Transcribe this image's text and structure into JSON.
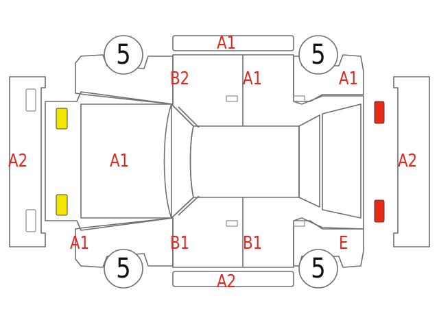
{
  "colors": {
    "line": "#6e6e6e",
    "label": "#e0281e",
    "front_lamp": "#f5e600",
    "rear_lamp": "#e82a14"
  },
  "labels": {
    "roof_top": "A1",
    "rear_door_top": "B2",
    "front_door_top": "A1",
    "front_fender_top": "A1",
    "rear_bumper": "A2",
    "trunk": "A1",
    "front_bumper": "A2",
    "rear_quarter_bottom": "A1",
    "rear_door_bottom": "B1",
    "front_door_bottom": "B1",
    "front_fender_bottom": "E",
    "rocker_bottom": "A2"
  },
  "wheels": {
    "rear_top": "5",
    "front_top": "5",
    "rear_bottom": "5",
    "front_bottom": "5"
  },
  "icons": {
    "front_lamps": "lamp-icon",
    "rear_lamps": "lamp-icon"
  }
}
